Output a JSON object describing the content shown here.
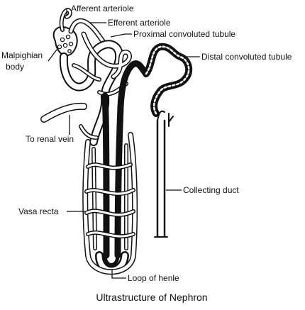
{
  "labels": {
    "afferent_arteriole": "Afferent arteriole",
    "efferent_arteriole": "Efferent arteriole",
    "proximal_convoluted_tubule": "Proximal convoluted tubule",
    "distal_convoluted_tubule": "Distal convoluted tubule",
    "malpighian_line1": "Malpighian",
    "malpighian_line2": "body",
    "to_renal_vein": "To renal vein",
    "collecting_duct": "Collecting duct",
    "vasa_recta": "Vasa recta",
    "loop_of_henle": "Loop of henle"
  },
  "caption": "Ultrastructure of Nephron"
}
